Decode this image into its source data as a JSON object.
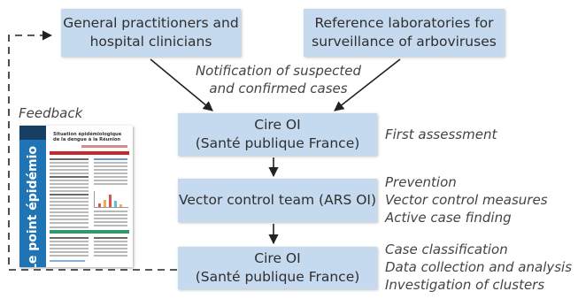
{
  "boxes": {
    "clinicians": "General practitioners and\nhospital clinicians",
    "laboratories": "Reference laboratories for\nsurveillance of arboviruses",
    "cire_top": "Cire OI\n(Santé publique France)",
    "vector_team": "Vector control team (ARS OI)",
    "cire_bottom": "Cire OI\n(Santé publique France)"
  },
  "notes": {
    "notification": "Notification of suspected\nand confirmed cases",
    "feedback": "Feedback",
    "first_assessment": "First assessment",
    "vector_actions": "Prevention\nVector control measures\nActive case finding",
    "cire_actions": "Case classification\nData collection and analysis\nInvestigation of clusters"
  },
  "bulletin": {
    "vertical_title": "Le point épidémio",
    "heading": "Situation épidémiologique de la dengue à la Réunion"
  },
  "colors": {
    "box_fill": "#c5d9ef",
    "bulletin_band": "#1e74b5",
    "arrow": "#222222"
  }
}
